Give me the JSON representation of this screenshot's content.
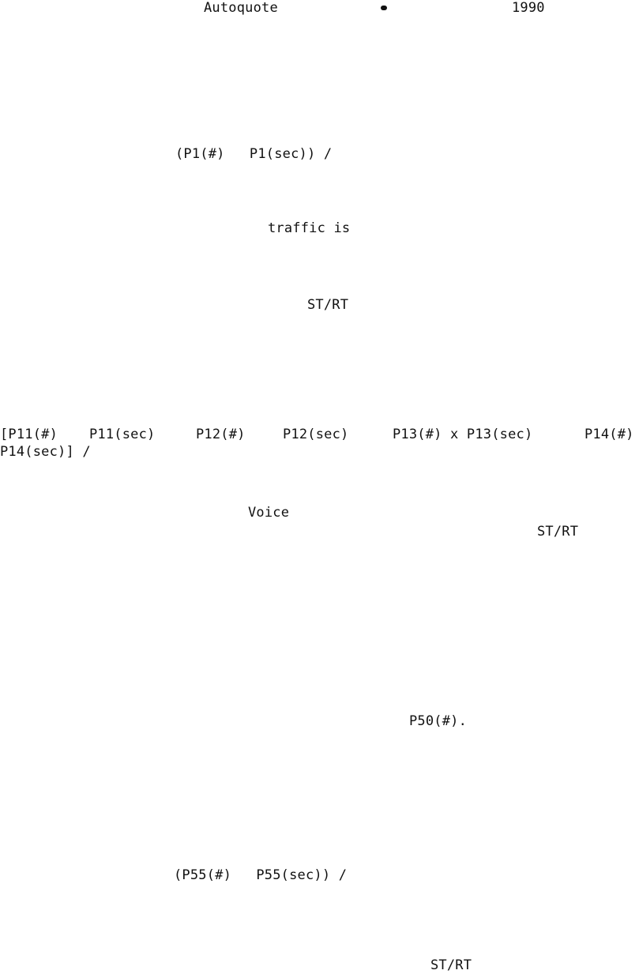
{
  "header": {
    "title": "Autoquote",
    "year": "1990"
  },
  "fragments": {
    "p1_expr": "(P1(#)   P1(sec)) /",
    "traffic": "traffic is",
    "st_rt_1": "ST/RT",
    "p11": "[P11(#)",
    "p11_sec": "P11(sec)",
    "p12": "P12(#)",
    "p12_sec": "P12(sec)",
    "p13": "P13(#) x P13(sec)",
    "p14": "P14(#)",
    "p14_sec": "P14(sec)] /",
    "voice": "Voice",
    "st_rt_2": "ST/RT",
    "p50": "P50(#).",
    "p55_expr": "(P55(#)   P55(sec)) /",
    "st_rt_3": "ST/RT"
  }
}
